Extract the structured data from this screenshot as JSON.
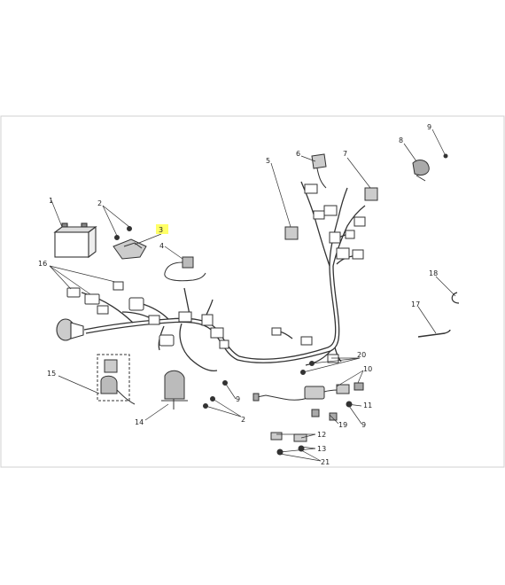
{
  "diagram": {
    "highlight_color": "#ffff66",
    "line_color": "#333333",
    "part_labels": [
      "1",
      "2",
      "3",
      "4",
      "5",
      "6",
      "7",
      "8",
      "9",
      "16",
      "18",
      "17",
      "15",
      "14",
      "2",
      "9",
      "20",
      "10",
      "11",
      "9",
      "19",
      "12",
      "13",
      "21"
    ]
  }
}
